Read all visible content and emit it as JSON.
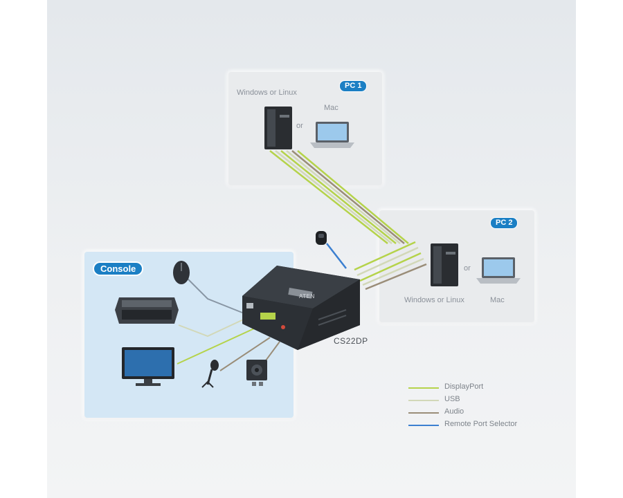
{
  "diagram": {
    "pc1": {
      "badge": "PC 1",
      "os_label": "Windows or Linux",
      "mac_label": "Mac",
      "or_label": "or"
    },
    "pc2": {
      "badge": "PC 2",
      "os_label": "Windows or Linux",
      "mac_label": "Mac",
      "or_label": "or"
    },
    "console": {
      "badge": "Console"
    },
    "device": {
      "model": "CS22DP",
      "brand": "ATEN"
    },
    "legend": [
      {
        "label": "DisplayPort",
        "color": "#b5d34a"
      },
      {
        "label": "USB",
        "color": "#d2d8b8"
      },
      {
        "label": "Audio",
        "color": "#9a8d78"
      },
      {
        "label": "Remote Port Selector",
        "color": "#3b7fd0"
      }
    ]
  }
}
